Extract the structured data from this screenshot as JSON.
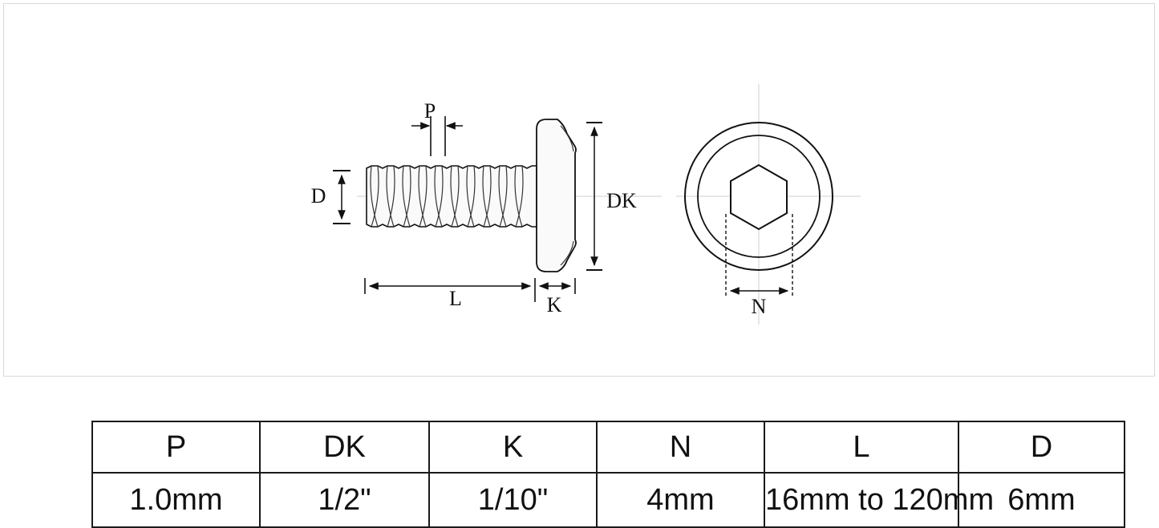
{
  "drawing": {
    "labels": {
      "p": "P",
      "d": "D",
      "dk": "DK",
      "l": "L",
      "k": "K",
      "n": "N"
    }
  },
  "table": {
    "headers": [
      "P",
      "DK",
      "K",
      "N",
      "L",
      "D"
    ],
    "values": [
      "1.0mm",
      "1/2\"",
      "1/10\"",
      "4mm",
      "16mm to 120mm",
      "6mm"
    ]
  }
}
